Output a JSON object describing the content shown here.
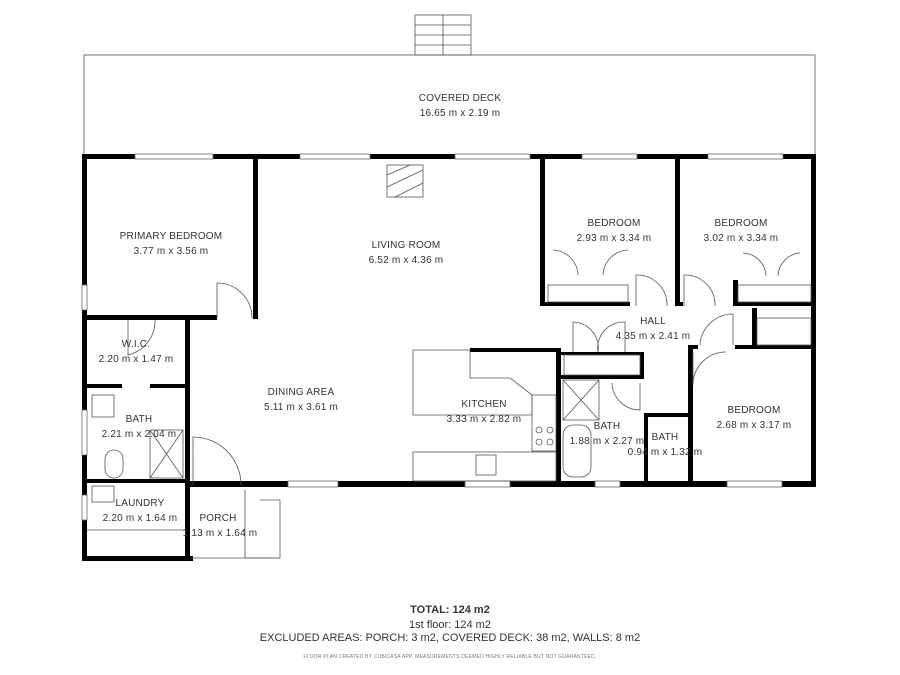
{
  "rooms": {
    "covered_deck": {
      "name": "COVERED DECK",
      "size": "16.65 m x 2.19 m"
    },
    "primary_bedroom": {
      "name": "PRIMARY BEDROOM",
      "size": "3.77 m x 3.56 m"
    },
    "living_room": {
      "name": "LIVING ROOM",
      "size": "6.52 m x 4.36 m"
    },
    "bedroom_1": {
      "name": "BEDROOM",
      "size": "2.93 m x 3.34 m"
    },
    "bedroom_2": {
      "name": "BEDROOM",
      "size": "3.02 m x 3.34 m"
    },
    "hall": {
      "name": "HALL",
      "size": "4.35 m x 2.41 m"
    },
    "wic": {
      "name": "W.I.C.",
      "size": "2.20 m x 1.47 m"
    },
    "dining_area": {
      "name": "DINING AREA",
      "size": "5.11 m x 3.61 m"
    },
    "kitchen": {
      "name": "KITCHEN",
      "size": "3.33 m x 2.82 m"
    },
    "bath_1": {
      "name": "BATH",
      "size": "2.21 m x 2.04 m"
    },
    "bath_2": {
      "name": "BATH",
      "size": "1.88 m x 2.27 m"
    },
    "bath_3": {
      "name": "BATH",
      "size": "0.94 m x 1.32 m"
    },
    "bedroom_3": {
      "name": "BEDROOM",
      "size": "2.68 m x 3.17 m"
    },
    "laundry": {
      "name": "LAUNDRY",
      "size": "2.20 m x 1.64 m"
    },
    "porch": {
      "name": "PORCH",
      "size": "1.13 m x 1.64 m"
    }
  },
  "summary": {
    "total": "TOTAL: 124 m2",
    "floor": "1st floor: 124 m2",
    "excluded": "EXCLUDED AREAS: PORCH: 3 m2, COVERED DECK: 38 m2, WALLS: 8 m2",
    "credit": "FLOOR PLAN CREATED BY CUBICASA APP. MEASUREMENTS DEEMED HIGHLY RELIABLE BUT NOT GUARANTEED."
  }
}
